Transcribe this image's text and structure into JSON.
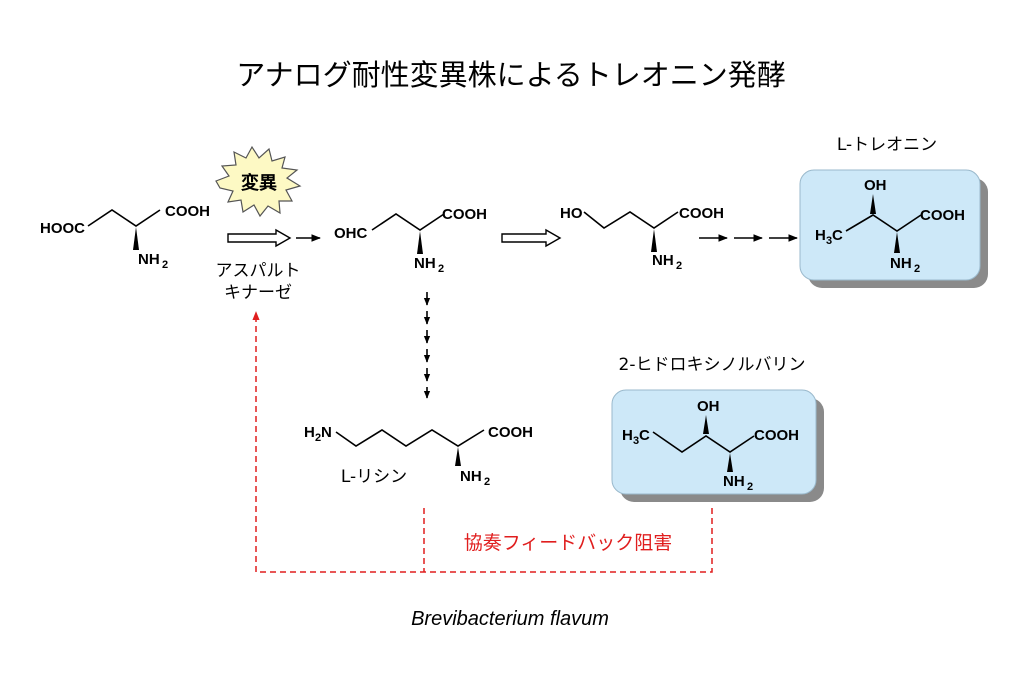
{
  "title": "アナログ耐性変異株によるトレオニン発酵",
  "mutation_badge": "変異",
  "enzyme_label": [
    "アスパルト",
    "キナーゼ"
  ],
  "compounds": {
    "aspartate": {
      "left": "HOOC",
      "right": "COOH",
      "amine": "NH",
      "sub": "2"
    },
    "aldehyde": {
      "left": "OHC",
      "right": "COOH",
      "amine": "NH",
      "sub": "2"
    },
    "homoserine": {
      "left": "HO",
      "right": "COOH",
      "amine": "NH",
      "sub": "2"
    },
    "threonine": {
      "name": "L-トレオニン",
      "oh": "OH",
      "methyl": "H",
      "methyl_sub": "3",
      "methyl_c": "C",
      "right": "COOH",
      "amine": "NH",
      "sub": "2"
    },
    "lysine": {
      "name": "L-リシン",
      "left": "H",
      "left_sub": "2",
      "left_n": "N",
      "right": "COOH",
      "amine": "NH",
      "sub": "2"
    },
    "analog": {
      "name": "2-ヒドロキシノルバリン",
      "oh": "OH",
      "methyl": "H",
      "methyl_sub": "3",
      "methyl_c": "C",
      "right": "COOH",
      "amine": "NH",
      "sub": "2"
    }
  },
  "feedback_label": "協奏フィードバック阻害",
  "organism": "Brevibacterium flavum",
  "colors": {
    "box_fill": "#cde8f8",
    "box_shadow": "#8a8a8a",
    "feedback": "#e01e1e",
    "badge_fill": "#fdf9c4"
  }
}
